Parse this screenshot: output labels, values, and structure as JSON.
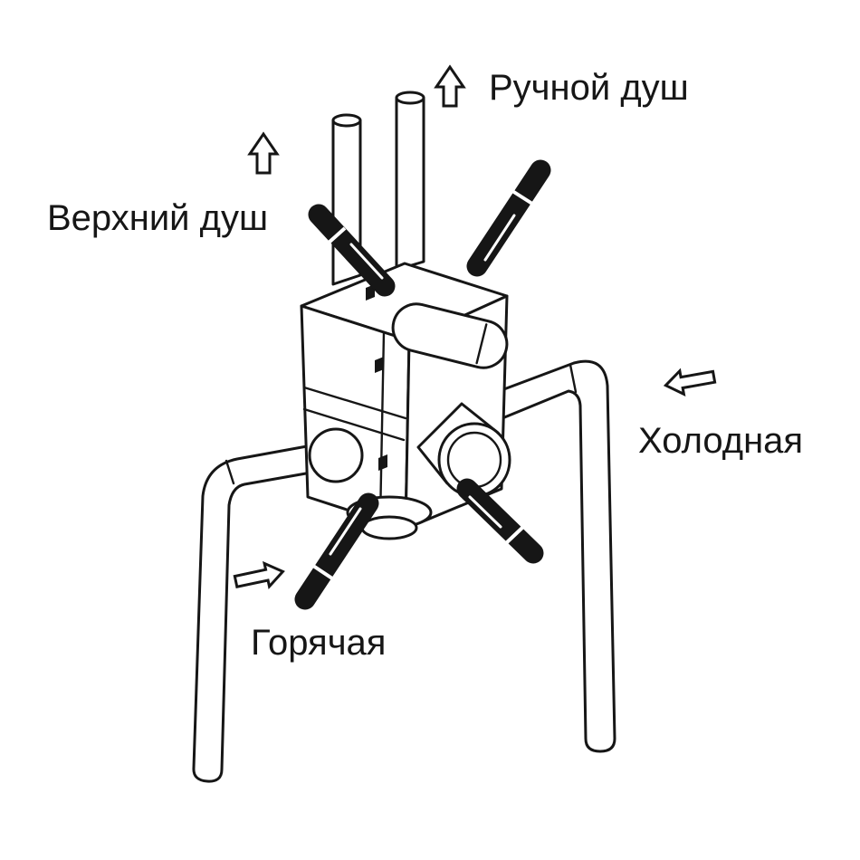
{
  "page": {
    "background_color": "#ffffff",
    "line_color": "#161616"
  },
  "diagram": {
    "type": "shower-mixer-valve-installation-diagram",
    "labels": {
      "hand_shower": "Ручной душ",
      "overhead_shower": "Верхний душ",
      "cold_water": "Холодная",
      "hot_water": "Горячая"
    }
  }
}
